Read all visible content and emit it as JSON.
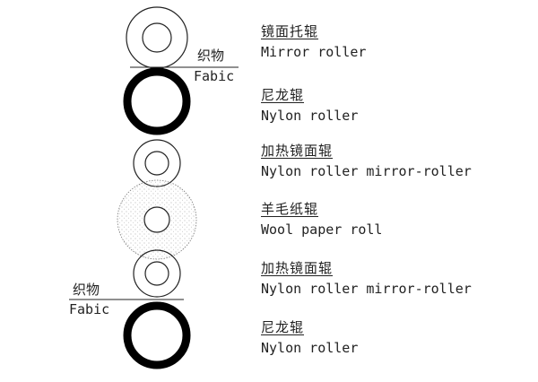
{
  "rollers": [
    {
      "zh": "镜面托辊",
      "en": "Mirror roller",
      "kind": "mirror"
    },
    {
      "zh": "尼龙辊",
      "en": "Nylon roller",
      "kind": "nylon"
    },
    {
      "zh": "加热镜面辊",
      "en": "Nylon roller mirror-roller",
      "kind": "heated-mirror"
    },
    {
      "zh": "羊毛纸辊",
      "en": "Wool paper roll",
      "kind": "wool-paper"
    },
    {
      "zh": "加热镜面辊",
      "en": "Nylon roller mirror-roller",
      "kind": "heated-mirror"
    },
    {
      "zh": "尼龙辊",
      "en": "Nylon roller",
      "kind": "nylon"
    }
  ],
  "fabric": [
    {
      "zh": "织物",
      "en": "Fabic"
    },
    {
      "zh": "织物",
      "en": "Fabic"
    }
  ],
  "colors": {
    "stroke": "#222222",
    "nylon": "#000000",
    "wool_dots": "#9a9a9a"
  }
}
